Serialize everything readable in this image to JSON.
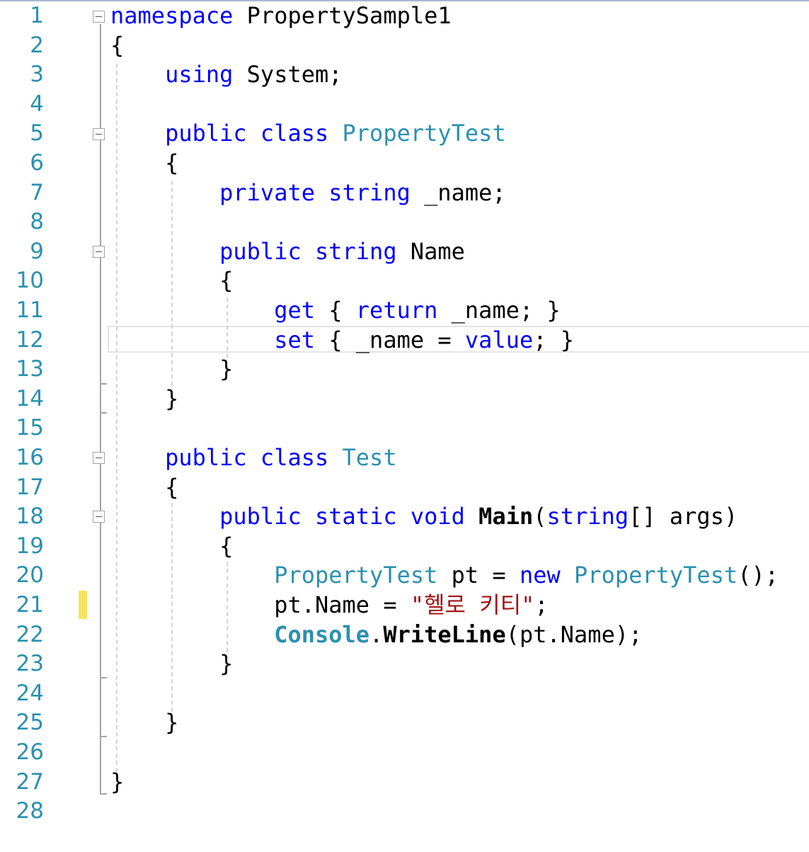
{
  "editor": {
    "lines": [
      {
        "number": "1",
        "tokens": [
          {
            "t": "namespace",
            "c": "kw"
          },
          {
            "t": " PropertySample1",
            "c": ""
          }
        ]
      },
      {
        "number": "2",
        "tokens": [
          {
            "t": "{",
            "c": ""
          }
        ]
      },
      {
        "number": "3",
        "tokens": [
          {
            "t": "    ",
            "c": ""
          },
          {
            "t": "using",
            "c": "kw"
          },
          {
            "t": " System;",
            "c": ""
          }
        ]
      },
      {
        "number": "4",
        "tokens": []
      },
      {
        "number": "5",
        "tokens": [
          {
            "t": "    ",
            "c": ""
          },
          {
            "t": "public",
            "c": "kw"
          },
          {
            "t": " ",
            "c": ""
          },
          {
            "t": "class",
            "c": "kw"
          },
          {
            "t": " ",
            "c": ""
          },
          {
            "t": "PropertyTest",
            "c": "ty"
          }
        ]
      },
      {
        "number": "6",
        "tokens": [
          {
            "t": "    {",
            "c": ""
          }
        ]
      },
      {
        "number": "7",
        "tokens": [
          {
            "t": "        ",
            "c": ""
          },
          {
            "t": "private",
            "c": "kw"
          },
          {
            "t": " ",
            "c": ""
          },
          {
            "t": "string",
            "c": "kw"
          },
          {
            "t": " _name;",
            "c": ""
          }
        ]
      },
      {
        "number": "8",
        "tokens": []
      },
      {
        "number": "9",
        "tokens": [
          {
            "t": "        ",
            "c": ""
          },
          {
            "t": "public",
            "c": "kw"
          },
          {
            "t": " ",
            "c": ""
          },
          {
            "t": "string",
            "c": "kw"
          },
          {
            "t": " Name",
            "c": ""
          }
        ]
      },
      {
        "number": "10",
        "tokens": [
          {
            "t": "        {",
            "c": ""
          }
        ]
      },
      {
        "number": "11",
        "tokens": [
          {
            "t": "            ",
            "c": ""
          },
          {
            "t": "get",
            "c": "kw"
          },
          {
            "t": " { ",
            "c": ""
          },
          {
            "t": "return",
            "c": "kw"
          },
          {
            "t": " _name; }",
            "c": ""
          }
        ]
      },
      {
        "number": "12",
        "tokens": [
          {
            "t": "            ",
            "c": ""
          },
          {
            "t": "set",
            "c": "kw"
          },
          {
            "t": " { _name = ",
            "c": ""
          },
          {
            "t": "value",
            "c": "kw"
          },
          {
            "t": "; }",
            "c": ""
          }
        ]
      },
      {
        "number": "13",
        "tokens": [
          {
            "t": "        }",
            "c": ""
          }
        ]
      },
      {
        "number": "14",
        "tokens": [
          {
            "t": "    }",
            "c": ""
          }
        ]
      },
      {
        "number": "15",
        "tokens": []
      },
      {
        "number": "16",
        "tokens": [
          {
            "t": "    ",
            "c": ""
          },
          {
            "t": "public",
            "c": "kw"
          },
          {
            "t": " ",
            "c": ""
          },
          {
            "t": "class",
            "c": "kw"
          },
          {
            "t": " ",
            "c": ""
          },
          {
            "t": "Test",
            "c": "ty"
          }
        ]
      },
      {
        "number": "17",
        "tokens": [
          {
            "t": "    {",
            "c": ""
          }
        ]
      },
      {
        "number": "18",
        "tokens": [
          {
            "t": "        ",
            "c": ""
          },
          {
            "t": "public",
            "c": "kw"
          },
          {
            "t": " ",
            "c": ""
          },
          {
            "t": "static",
            "c": "kw"
          },
          {
            "t": " ",
            "c": ""
          },
          {
            "t": "void",
            "c": "kw"
          },
          {
            "t": " ",
            "c": ""
          },
          {
            "t": "Main",
            "c": "bold"
          },
          {
            "t": "(",
            "c": ""
          },
          {
            "t": "string",
            "c": "kw"
          },
          {
            "t": "[] args)",
            "c": ""
          }
        ]
      },
      {
        "number": "19",
        "tokens": [
          {
            "t": "        {",
            "c": ""
          }
        ]
      },
      {
        "number": "20",
        "tokens": [
          {
            "t": "            ",
            "c": ""
          },
          {
            "t": "PropertyTest",
            "c": "ty"
          },
          {
            "t": " pt = ",
            "c": ""
          },
          {
            "t": "new",
            "c": "kw"
          },
          {
            "t": " ",
            "c": ""
          },
          {
            "t": "PropertyTest",
            "c": "ty"
          },
          {
            "t": "();",
            "c": ""
          }
        ]
      },
      {
        "number": "21",
        "tokens": [
          {
            "t": "            pt.Name = ",
            "c": ""
          },
          {
            "t": "\"헬로 키티\"",
            "c": "st"
          },
          {
            "t": ";",
            "c": ""
          }
        ]
      },
      {
        "number": "22",
        "tokens": [
          {
            "t": "            ",
            "c": ""
          },
          {
            "t": "Console",
            "c": "ty bold"
          },
          {
            "t": ".",
            "c": ""
          },
          {
            "t": "WriteLine",
            "c": "bold"
          },
          {
            "t": "(pt.Name);",
            "c": ""
          }
        ]
      },
      {
        "number": "23",
        "tokens": [
          {
            "t": "        }",
            "c": ""
          }
        ]
      },
      {
        "number": "24",
        "tokens": []
      },
      {
        "number": "25",
        "tokens": [
          {
            "t": "    }",
            "c": ""
          }
        ]
      },
      {
        "number": "26",
        "tokens": []
      },
      {
        "number": "27",
        "tokens": [
          {
            "t": "}",
            "c": ""
          }
        ]
      },
      {
        "number": "28",
        "tokens": []
      }
    ],
    "colors": {
      "line_number": "#2b91af",
      "keyword": "#0000ff",
      "type": "#2b91af",
      "string": "#a31515",
      "text": "#000000",
      "change_marker": "#f7e35e"
    }
  }
}
